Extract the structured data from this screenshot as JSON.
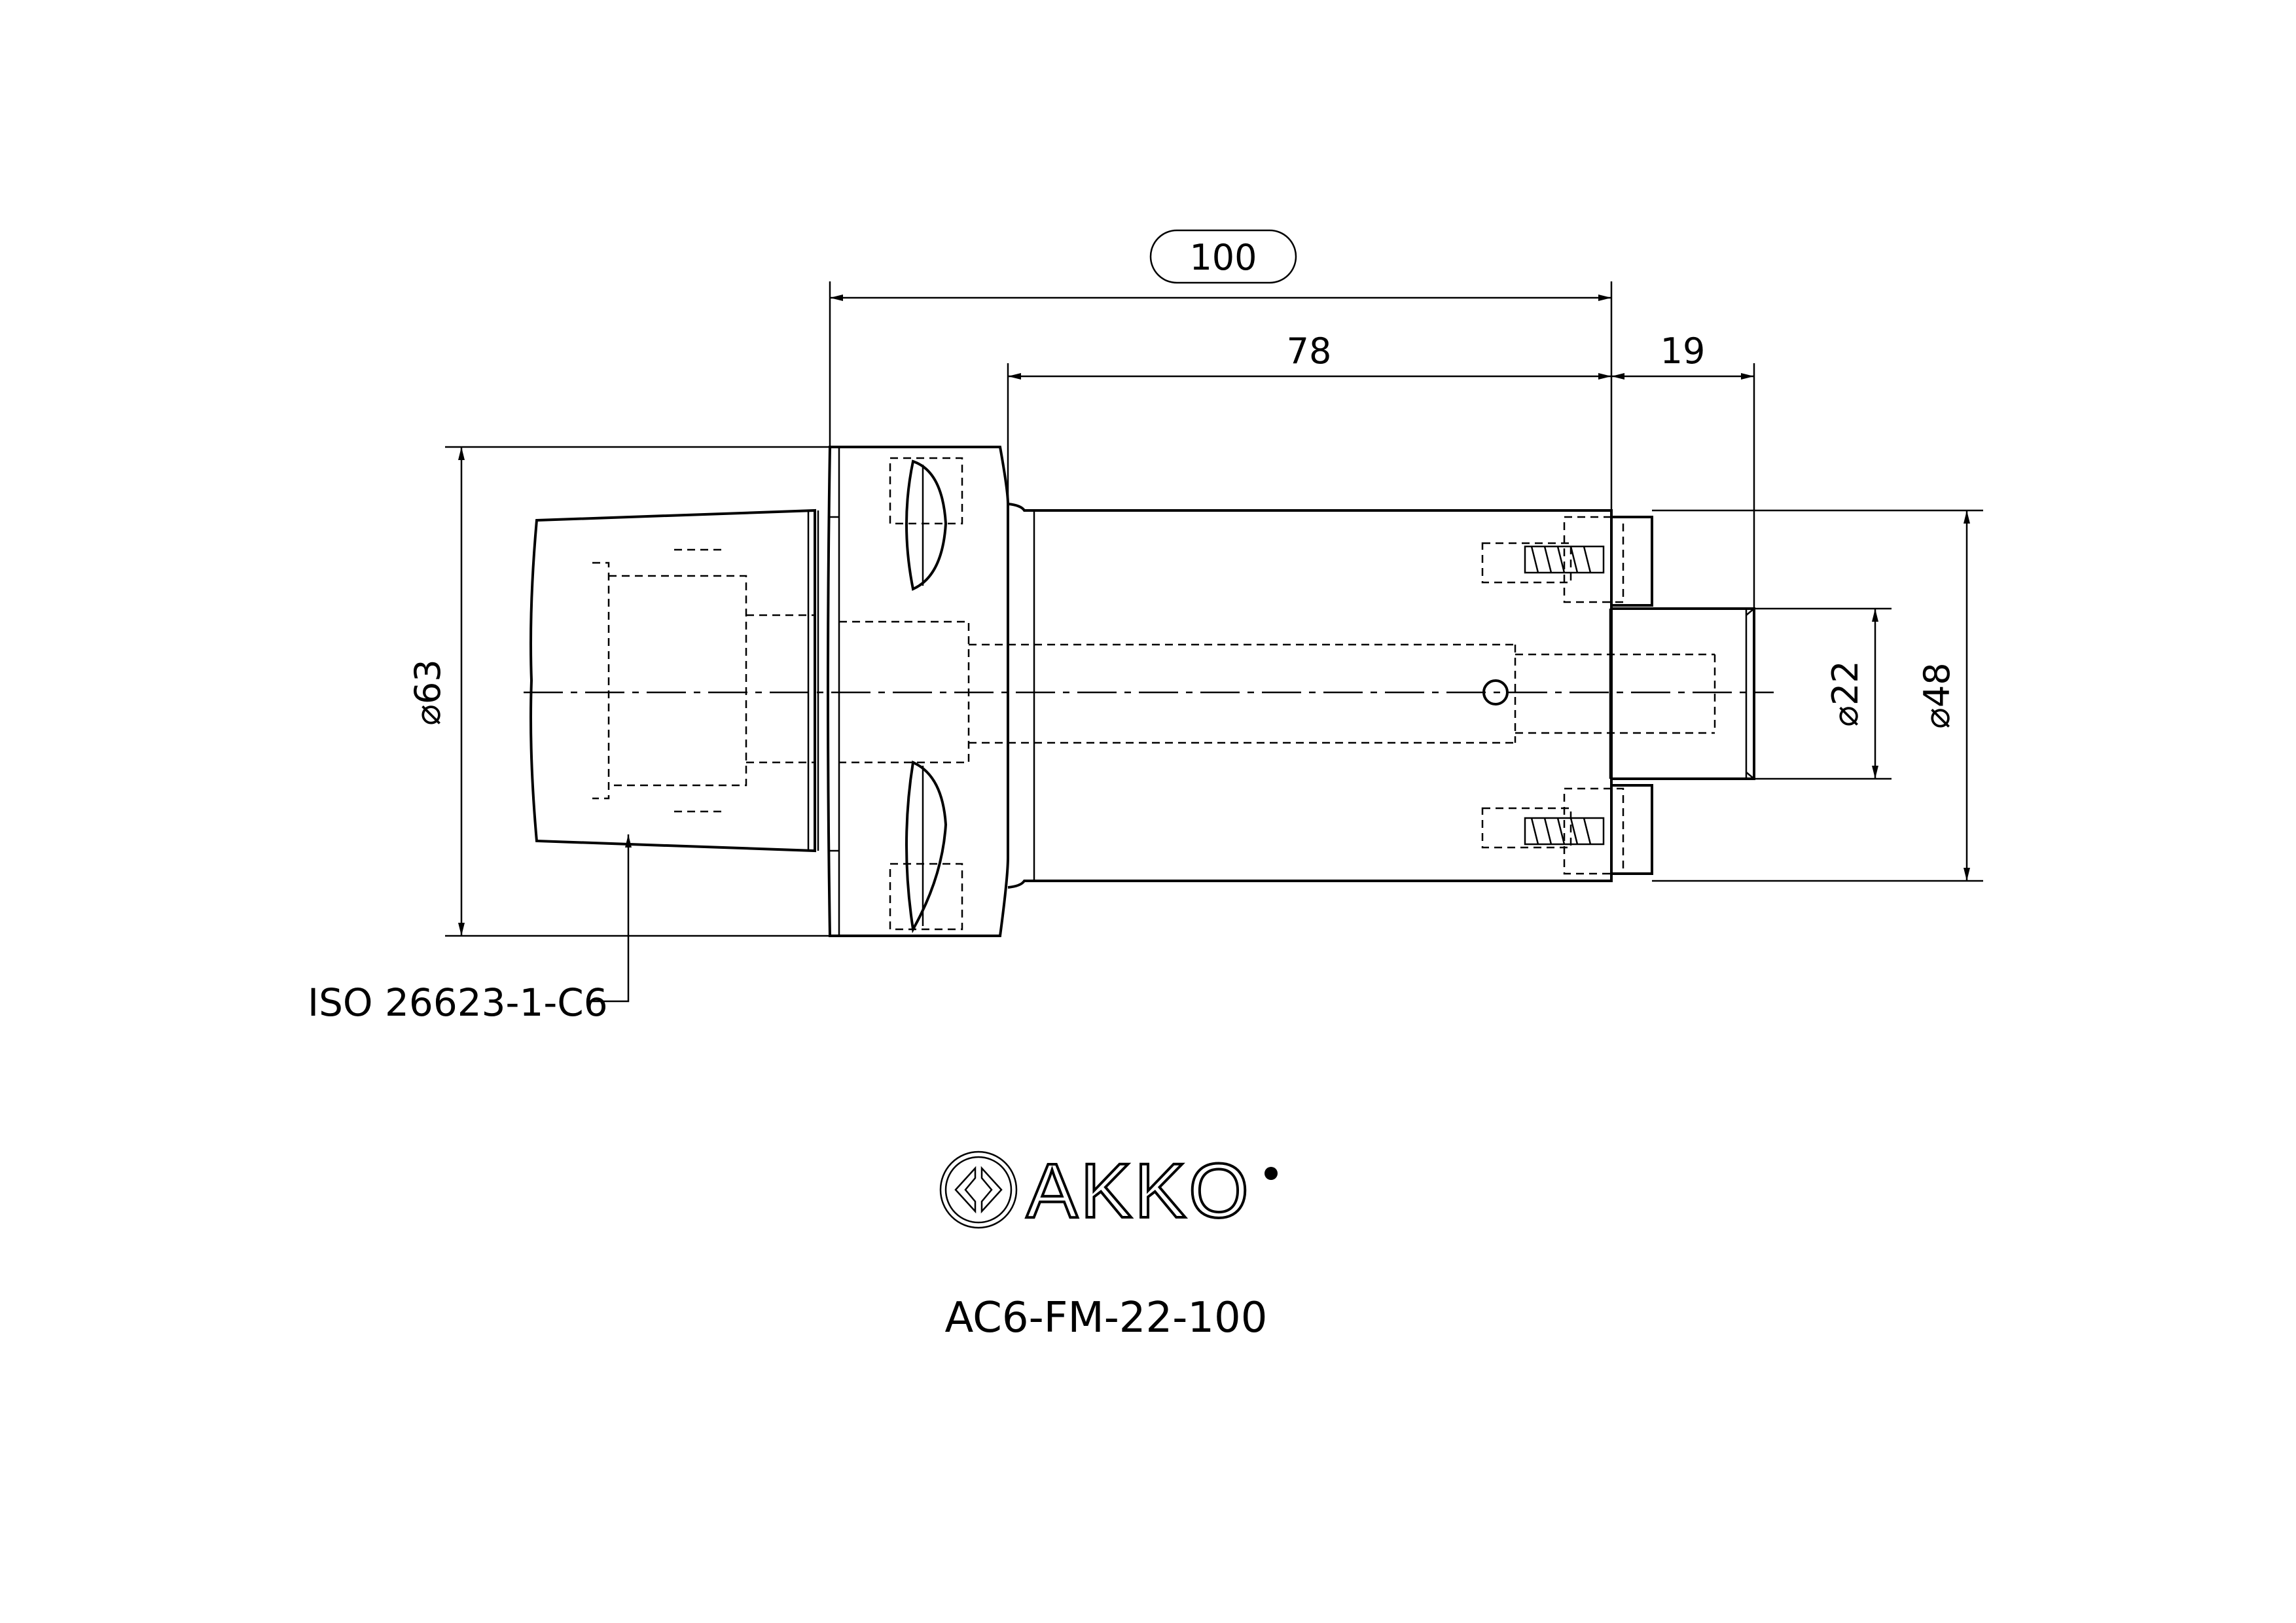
{
  "dimensions": {
    "overall_length": "100",
    "shank_length": "78",
    "pilot_length": "19",
    "flange_diameter": "⌀",
    "d63": "⌀63",
    "d48": "⌀48",
    "d22": "⌀22"
  },
  "callout": {
    "iso_label": "ISO 26623-1-C6"
  },
  "brand": {
    "name": "AKKO"
  },
  "part_number": "AC6-FM-22-100"
}
